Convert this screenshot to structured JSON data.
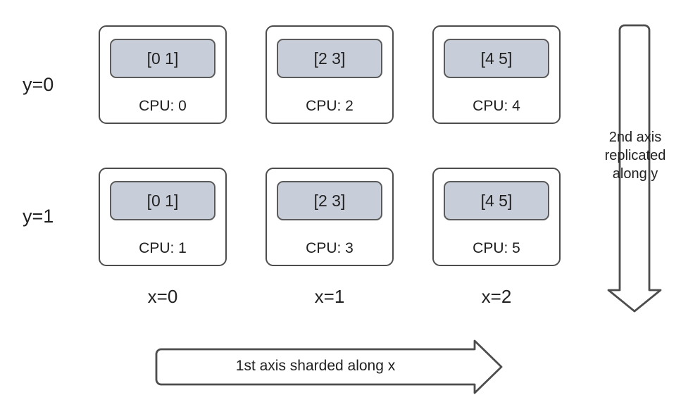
{
  "diagram": {
    "title": "Device mesh sharding diagram",
    "colors": {
      "card_border": "#4d4d4d",
      "card_background": "#ffffff",
      "shard_fill": "#c8ced9",
      "shard_border": "#5b5b5b",
      "text": "#1f1f1f",
      "arrow_stroke": "#4d4d4d",
      "arrow_fill": "#ffffff"
    },
    "row_labels": [
      {
        "text": "y=0"
      },
      {
        "text": "y=1"
      }
    ],
    "col_labels": [
      {
        "text": "x=0"
      },
      {
        "text": "x=1"
      },
      {
        "text": "x=2"
      }
    ],
    "cards": [
      {
        "shard": "[0 1]",
        "cpu": "CPU: 0"
      },
      {
        "shard": "[2 3]",
        "cpu": "CPU: 2"
      },
      {
        "shard": "[4 5]",
        "cpu": "CPU: 4"
      },
      {
        "shard": "[0 1]",
        "cpu": "CPU: 1"
      },
      {
        "shard": "[2 3]",
        "cpu": "CPU: 3"
      },
      {
        "shard": "[4 5]",
        "cpu": "CPU: 5"
      }
    ],
    "horizontal_arrow": {
      "label": "1st axis sharded along x",
      "direction": "right"
    },
    "vertical_arrow": {
      "line1": "2nd axis",
      "line2": "replicated",
      "line3": "along y",
      "direction": "down"
    }
  }
}
